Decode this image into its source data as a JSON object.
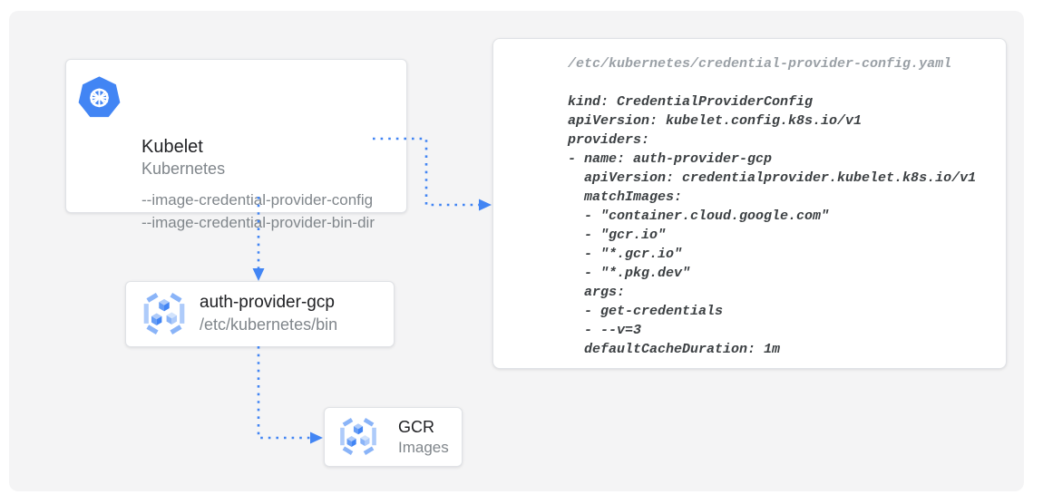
{
  "diagram": {
    "nodes": {
      "kubelet": {
        "title": "Kubelet",
        "subtitle": "Kubernetes",
        "flags": [
          "--image-credential-provider-config",
          "--image-credential-provider-bin-dir"
        ],
        "icon": "kubernetes-helm-icon"
      },
      "auth_provider": {
        "title": "auth-provider-gcp",
        "subtitle": "/etc/kubernetes/bin",
        "icon": "gcr-hexagon-cubes-icon"
      },
      "gcr": {
        "title": "GCR",
        "subtitle": "Images",
        "icon": "gcr-hexagon-cubes-icon"
      }
    },
    "code_panel": {
      "filename": "/etc/kubernetes/credential-provider-config.yaml",
      "lines": [
        "kind: CredentialProviderConfig",
        "apiVersion: kubelet.config.k8s.io/v1",
        "providers:",
        "- name: auth-provider-gcp",
        "  apiVersion: credentialprovider.kubelet.k8s.io/v1",
        "  matchImages:",
        "  - \"container.cloud.google.com\"",
        "  - \"gcr.io\"",
        "  - \"*.gcr.io\"",
        "  - \"*.pkg.dev\"",
        "  args:",
        "  - get-credentials",
        "  - --v=3",
        "  defaultCacheDuration: 1m"
      ]
    }
  },
  "colors": {
    "arrow": "#4285f4",
    "k8s_logo": "#4285f4",
    "panel_bg": "#f4f4f5",
    "card_border": "#e0e2e6",
    "title_text": "#202124",
    "muted_text": "#80868b",
    "code_text": "#3c4043",
    "filename_text": "#9aa0a6",
    "bracket_diag": "#8ab4f8",
    "bracket_vert": "#aecbfa",
    "cube_top": "#aecbfa",
    "cube_left": "#669df6",
    "cube_right": "#4285f4",
    "cube_light_top": "#d2e3fc",
    "cube_light_left": "#8ab4f8",
    "cube_light_right": "#aecbfa"
  }
}
